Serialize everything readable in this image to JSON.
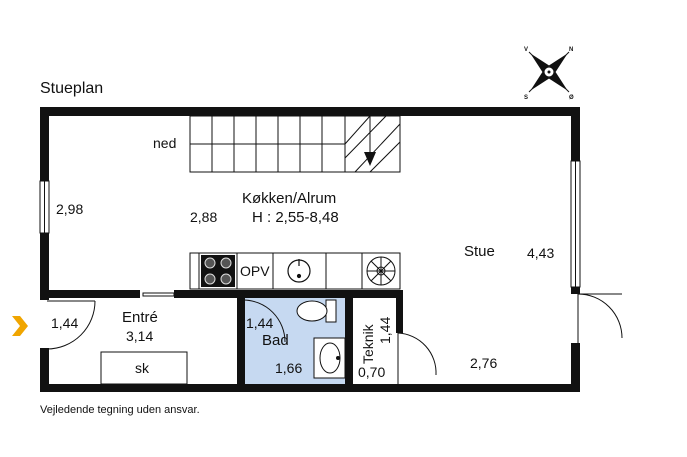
{
  "plan_title": "Stueplan",
  "disclaimer": "Vejledende tegning uden ansvar.",
  "compass": {
    "n": "N",
    "v": "V",
    "s": "S",
    "e": "Ø"
  },
  "stairs": {
    "label": "ned"
  },
  "kitchen": {
    "name": "Køkken/Alrum",
    "height": "H : 2,55-8,48",
    "area": "2,88",
    "dishwasher": "OPV"
  },
  "left_wall": {
    "dimension": "2,98"
  },
  "living": {
    "name": "Stue",
    "area": "4,43",
    "bottom_dimension": "2,76"
  },
  "entry": {
    "name": "Entré",
    "area": "3,14",
    "door_dimension": "1,44",
    "wardrobe": "sk"
  },
  "bath": {
    "name": "Bad",
    "door_dimension": "1,44",
    "area": "1,66"
  },
  "technical": {
    "name": "Teknik",
    "dimension": "1,44",
    "area": "0,70"
  },
  "colors": {
    "wall": "#111111",
    "bathroom_fill": "#c6d9f1",
    "entry_arrow": "#f0a500"
  }
}
